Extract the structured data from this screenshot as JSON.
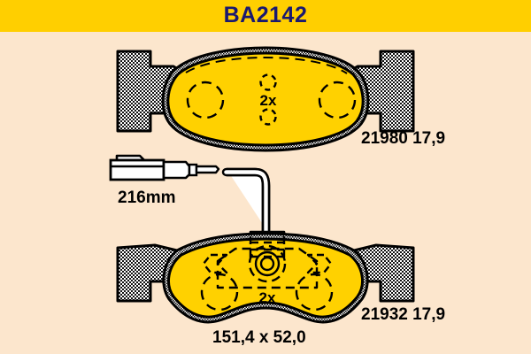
{
  "header": {
    "title": "BA2142",
    "background_color": "#ffcf00",
    "title_color": "#191970"
  },
  "page": {
    "background_color": "#fce6cd",
    "pad_color": "#ffd100",
    "outline_color": "#000000",
    "hatch_color": "#000000"
  },
  "upper_pad": {
    "name": "brake-pad-upper",
    "quantity_label": "2x",
    "part_number": "21980 17,9"
  },
  "sensor": {
    "name": "wear-sensor-cable",
    "length_label": "216mm",
    "connector_color": "#ffffff"
  },
  "lower_pad": {
    "name": "brake-pad-lower",
    "quantity_label": "2x",
    "part_number": "21932 17,9"
  },
  "dimensions": {
    "label": "151,4 x 52,0"
  }
}
